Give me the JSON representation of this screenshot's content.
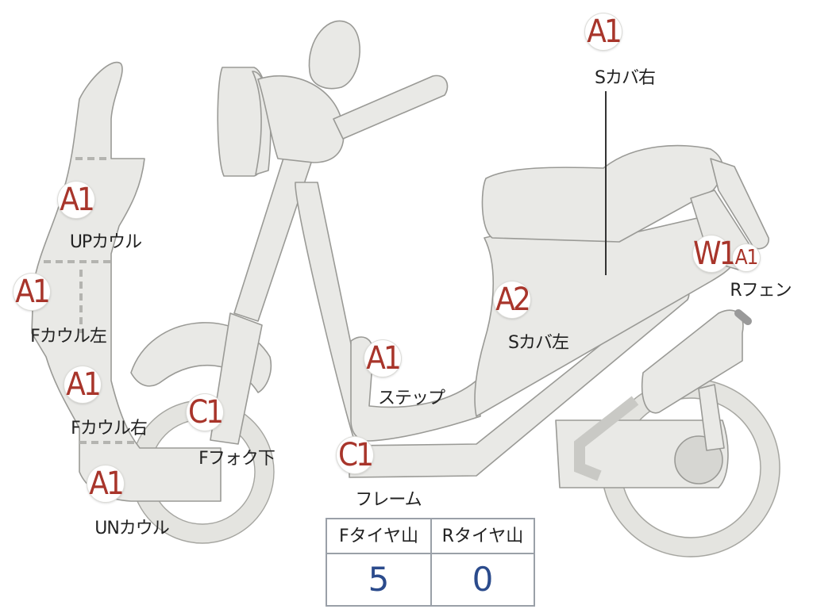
{
  "parts": [
    {
      "id": "a1-scover-right",
      "code": "A1",
      "label": "Sカバ右"
    },
    {
      "id": "a1-up-cowl",
      "code": "A1",
      "label": "UPカウル"
    },
    {
      "id": "a1-f-cowl-left",
      "code": "A1",
      "label": "Fカウル左"
    },
    {
      "id": "a1-f-cowl-right",
      "code": "A1",
      "label": "Fカウル右"
    },
    {
      "id": "a1-un-cowl",
      "code": "A1",
      "label": "UNカウル"
    },
    {
      "id": "c1-f-fork-lower",
      "code": "C1",
      "label": "Fフォク下"
    },
    {
      "id": "a1-step",
      "code": "A1",
      "label": "ステップ"
    },
    {
      "id": "a2-scover-left",
      "code": "A2",
      "label": "Sカバ左"
    },
    {
      "id": "c1-frame",
      "code": "C1",
      "label": "フレーム"
    },
    {
      "id": "w1-r-fender",
      "code": "W1",
      "label": "Rフェン"
    },
    {
      "id": "a1-r-fender",
      "code": "A1",
      "label": ""
    }
  ],
  "tire_table": {
    "headers": [
      "Fタイヤ山",
      "Rタイヤ山"
    ],
    "values": [
      "5",
      "0"
    ]
  }
}
